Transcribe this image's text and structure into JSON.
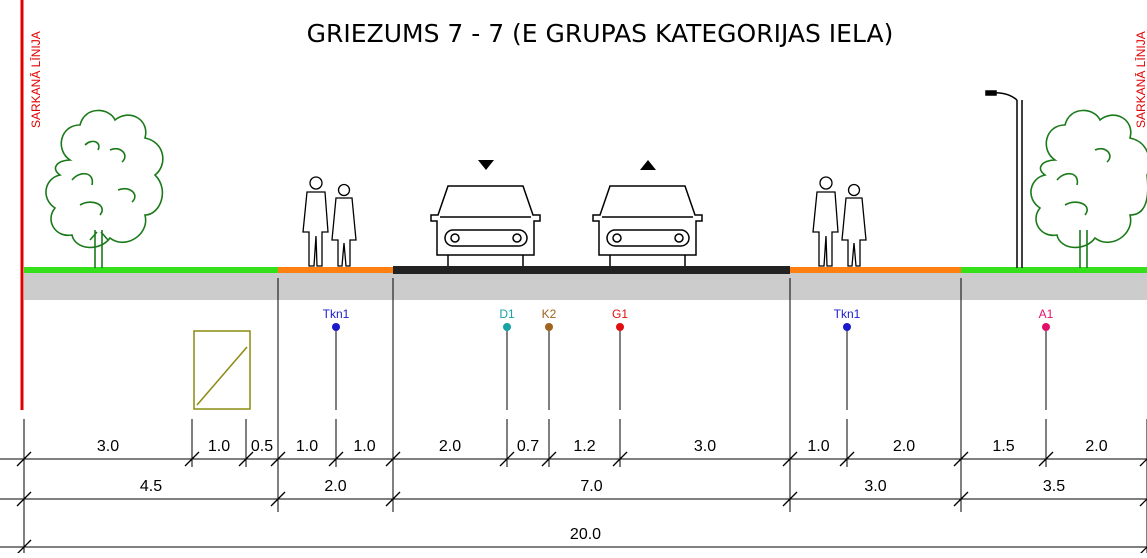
{
  "title": "GRIEZUMS 7 - 7 (E GRUPAS KATEGORIJAS IELA)",
  "red_line_label": "SARKANĀ LĪNIJA",
  "utilities": [
    {
      "code": "Tkn1",
      "color": "#1a1acc"
    },
    {
      "code": "D1",
      "color": "#17a3a3"
    },
    {
      "code": "K2",
      "color": "#a0641e"
    },
    {
      "code": "G1",
      "color": "#e01010"
    },
    {
      "code": "Tkn1",
      "color": "#1a1acc"
    },
    {
      "code": "A1",
      "color": "#e0106a"
    }
  ],
  "dimensions": {
    "row1": [
      "3.0",
      "1.0",
      "0.5",
      "1.0",
      "1.0",
      "2.0",
      "0.7",
      "1.2",
      "3.0",
      "1.0",
      "2.0",
      "1.5",
      "2.0"
    ],
    "row2": [
      "4.5",
      "2.0",
      "7.0",
      "3.0",
      "3.5"
    ],
    "row3": [
      "20.0"
    ]
  },
  "colors": {
    "green_zone": "#33e01a",
    "sidewalk": "#ff7f10",
    "roadway": "#222222",
    "ground": "#cccccc",
    "red_line": "#e00000",
    "tree": "#1a7a1a",
    "box": "#8a8a10"
  }
}
